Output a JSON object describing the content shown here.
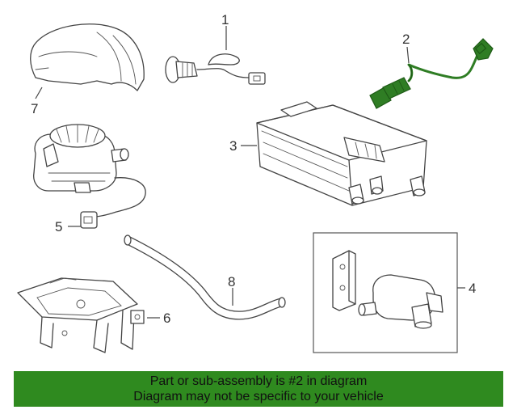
{
  "callouts": {
    "c1": "1",
    "c2": "2",
    "c3": "3",
    "c4": "4",
    "c5": "5",
    "c6": "6",
    "c7": "7",
    "c8": "8"
  },
  "banner": {
    "line1": "Part or sub-assembly is #2 in diagram",
    "line2": "Diagram may not be specific to your vehicle"
  },
  "colors": {
    "highlight": "#2f7d24",
    "banner_bg": "#2f8a1f",
    "line": "#444444"
  }
}
